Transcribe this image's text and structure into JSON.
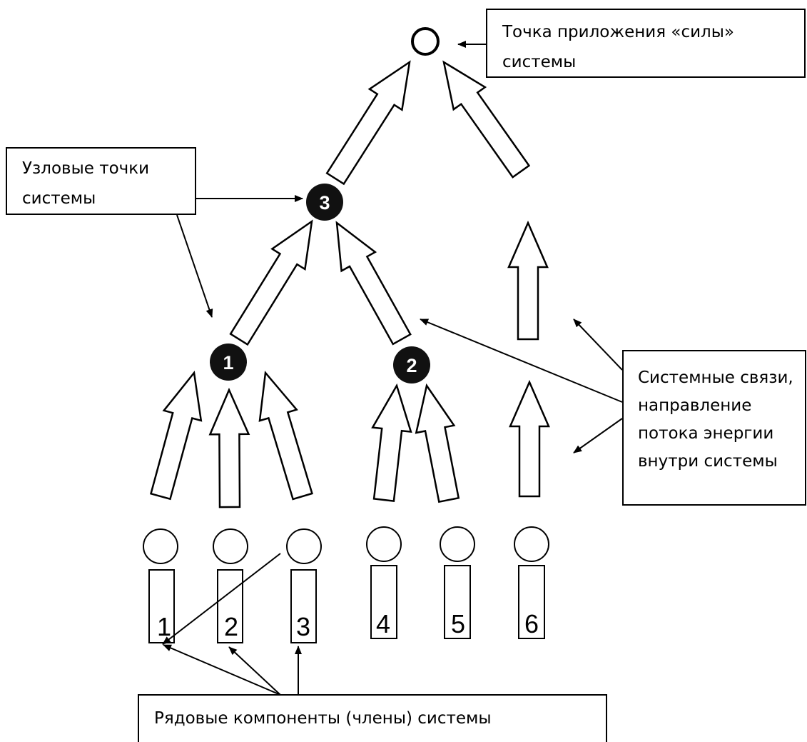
{
  "colors": {
    "line": "#000000",
    "node_fill": "#111111",
    "node_text": "#ffffff",
    "background": "#ffffff"
  },
  "apex": {
    "label": ""
  },
  "nodes": [
    {
      "label": "1"
    },
    {
      "label": "2"
    },
    {
      "label": "3"
    }
  ],
  "members": [
    {
      "label": "1"
    },
    {
      "label": "2"
    },
    {
      "label": "3"
    },
    {
      "label": "4"
    },
    {
      "label": "5"
    },
    {
      "label": "6"
    }
  ],
  "callouts": {
    "force_point": {
      "lines": [
        "Точка приложения «силы»",
        "системы"
      ]
    },
    "nodal_points": {
      "lines": [
        "Узловые точки",
        "системы"
      ]
    },
    "system_links": {
      "lines": [
        "Системные связи,",
        "направление",
        "потока энергии",
        "внутри системы"
      ]
    },
    "members": {
      "lines": [
        "Рядовые компоненты (члены) системы"
      ]
    }
  }
}
